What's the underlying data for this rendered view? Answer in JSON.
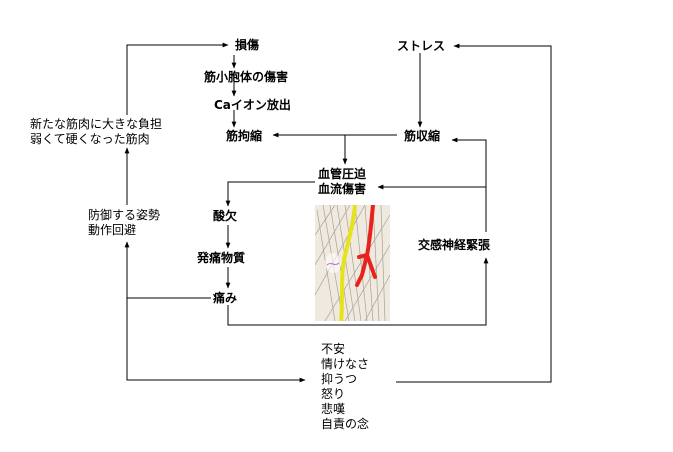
{
  "nodes": {
    "injury": "損傷",
    "sarcomere_injury": "筋小胞体の傷害",
    "ca_release": "Caイオン放出",
    "contracture": "筋拘縮",
    "stress": "ストレス",
    "muscle_contraction": "筋収縮",
    "vessel_compression": "血管圧迫",
    "blood_flow_impairment": "血流傷害",
    "oxygen_deficit": "酸欠",
    "pain_substances": "発痛物質",
    "pain": "痛み",
    "sympathetic_tension": "交感神経緊張"
  },
  "left_top_lines": [
    "新たな筋肉に大きな負担",
    "弱くて硬くなった筋肉"
  ],
  "left_mid_lines": [
    "防御する姿勢",
    "動作回避"
  ],
  "emotion_lines": [
    "不安",
    "情けなさ",
    "抑うつ",
    "怒り",
    "悲嘆",
    "自責の念"
  ],
  "colors": {
    "line": "#000000",
    "artery": "#e8231f",
    "nerve": "#e6e31a",
    "muscle": "#d8cfc0"
  }
}
